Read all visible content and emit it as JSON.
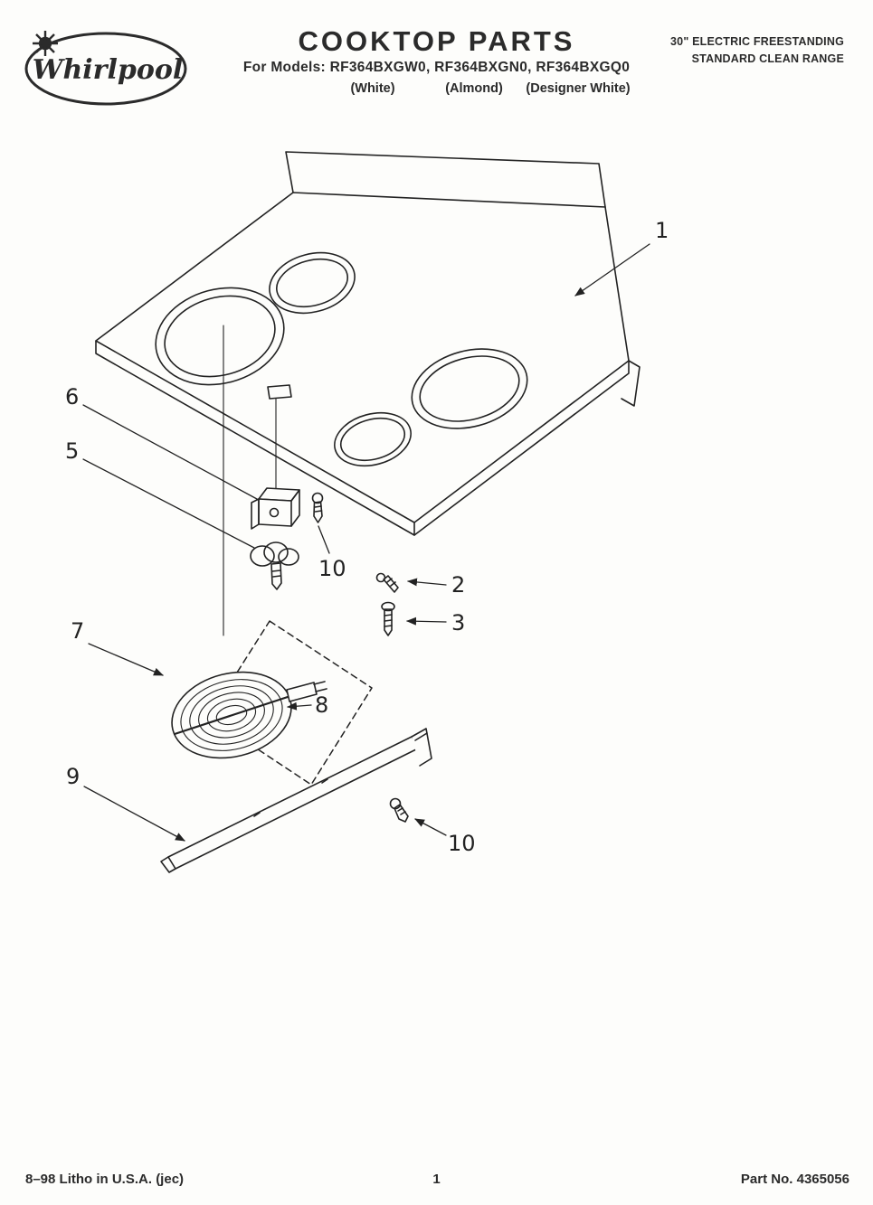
{
  "header": {
    "brand": "Whirlpool",
    "title": "COOKTOP PARTS",
    "models_line": "For Models: RF364BXGW0, RF364BXGN0, RF364BXGQ0",
    "colors": [
      "(White)",
      "(Almond)",
      "(Designer White)"
    ],
    "range_type_line1": "30\" ELECTRIC FREESTANDING",
    "range_type_line2": "STANDARD CLEAN RANGE"
  },
  "diagram": {
    "callouts": {
      "part1": "1",
      "part2": "2",
      "part3": "3",
      "part5": "5",
      "part6": "6",
      "part7": "7",
      "part8": "8",
      "part9": "9",
      "part10a": "10",
      "part10b": "10"
    }
  },
  "footer": {
    "litho": "8–98 Litho in U.S.A. (jec)",
    "page_number": "1",
    "part_no": "Part No. 4365056"
  }
}
